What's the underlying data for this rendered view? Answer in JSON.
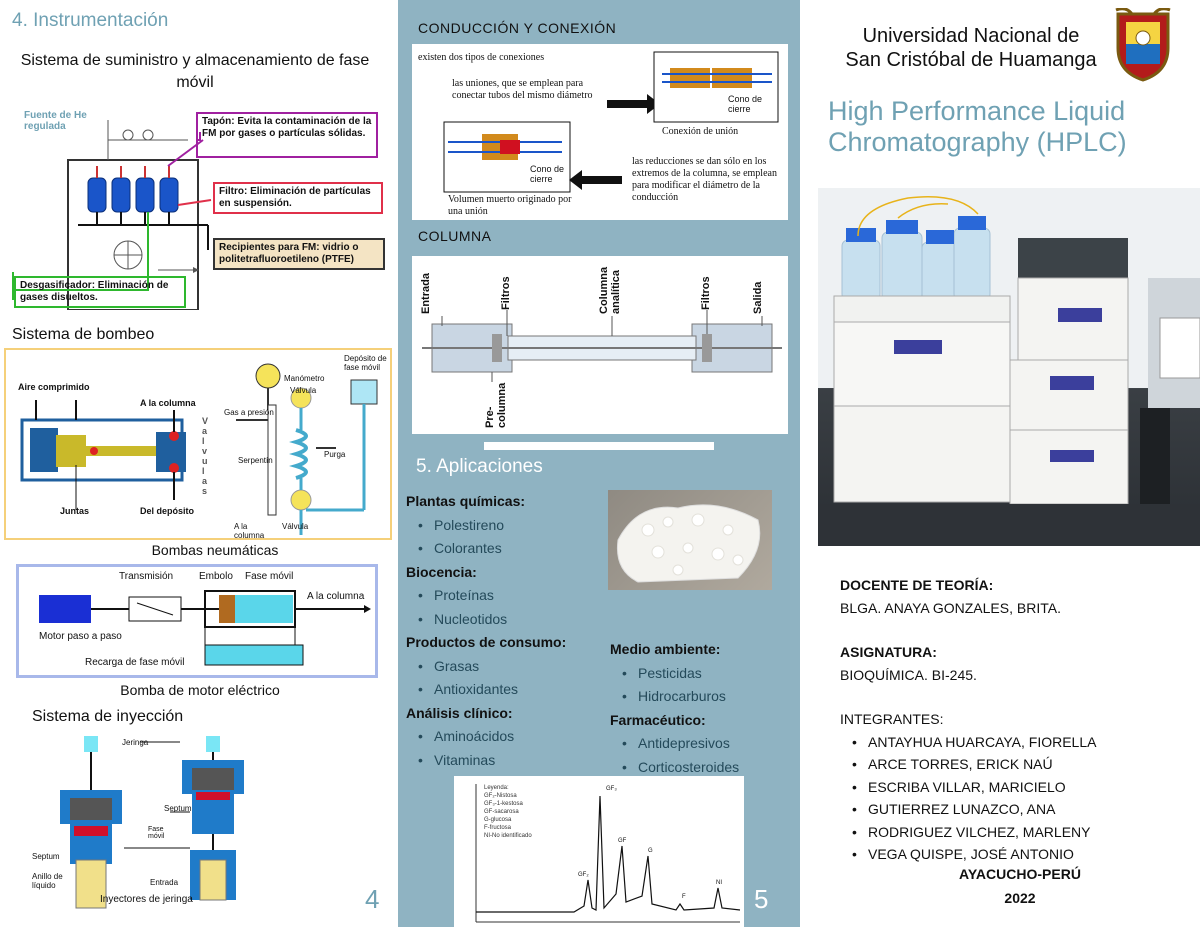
{
  "panel4": {
    "section_title": "4. Instrumentación",
    "supply_title": "Sistema de suministro y almacenamiento de fase móvil",
    "supply_fig": {
      "source_label": "Fuente de He regulada",
      "tapon": "Tapón: Evita la contaminación de la FM por gases o partículas sólidas.",
      "filtro": "Filtro: Eliminación de partículas en suspensión.",
      "recipientes": "Recipientes para FM: vidrio o politetrafluoroetileno (PTFE)",
      "desgasificador": "Desgasificador: Eliminación de gases disueltos."
    },
    "pump_title": "Sistema de bombeo",
    "pump_fig": {
      "aire": "Aire comprimido",
      "a_columna": "A la columna",
      "valvulas": "V\na\nl\nv\nu\nl\na\ns",
      "juntas": "Juntas",
      "del_deposito": "Del depósito",
      "manometro": "Manómetro",
      "valvula": "Válvula",
      "deposito": "Depósito de fase móvil",
      "gas_presion": "Gas a presión",
      "serpentin": "Serpentín",
      "purga": "Purga",
      "a_la_columna2": "A la columna",
      "valvula2": "Válvula"
    },
    "pneumatic_caption": "Bombas neumáticas",
    "motor_fig": {
      "transmision": "Transmisión",
      "embolo": "Embolo",
      "fase_movil": "Fase móvil",
      "a_columna": "A la columna",
      "motor": "Motor paso a paso",
      "recarga": "Recarga de fase móvil"
    },
    "motor_caption": "Bomba de motor eléctrico",
    "injection_title": "Sistema de inyección",
    "injection_fig": {
      "jeringa": "Jeringa",
      "septum": "Septum",
      "fase_movil": "Fase móvil",
      "septum2": "Septum",
      "entrada": "Entrada",
      "anillo": "Anillo de líquido",
      "caption": "Inyectores de jeringa"
    },
    "page_number": "4"
  },
  "panel5": {
    "conduccion_title": "CONDUCCIÓN Y CONEXIÓN",
    "conduccion_fig": {
      "intro": "existen dos tipos de conexiones",
      "uniones": "las uniones, que se emplean para conectar tubos del mismo diámetro",
      "cono_cierre": "Cono de cierre",
      "conexion_union": "Conexión de unión",
      "cono_cierre2": "Cono de cierre",
      "reducciones": "las reducciones se dan sólo en los extremos de la columna, se emplean para modificar el diámetro de la conducción",
      "volumen": "Volumen muerto originado por una unión"
    },
    "columna_title": "COLUMNA",
    "columna_fig": {
      "entrada": "Entrada",
      "filtros": "Filtros",
      "analitica": "Columna analítica",
      "filtros2": "Filtros",
      "salida": "Salida",
      "precolumna": "Pre-columna"
    },
    "apps_title": "5. Aplicaciones",
    "apps_left": [
      {
        "cat": "Plantas químicas:",
        "items": [
          "Polestireno",
          "Colorantes"
        ]
      },
      {
        "cat": "Biocencia:",
        "items": [
          "Proteínas",
          "Nucleotidos"
        ]
      },
      {
        "cat": "Productos de consumo:",
        "items": [
          "Grasas",
          "Antioxidantes"
        ]
      },
      {
        "cat": "Análisis clínico:",
        "items": [
          "Aminoácidos",
          "Vitaminas"
        ]
      }
    ],
    "apps_right": [
      {
        "cat": "Medio ambiente:",
        "items": [
          "Pesticidas",
          "Hidrocarburos"
        ]
      },
      {
        "cat": "Farmacéutico:",
        "items": [
          "Antidepresivos",
          "Corticosteroides"
        ]
      }
    ],
    "chromatogram": {
      "legend_title": "Leyenda:",
      "legend": [
        "GF₂-Nistosa",
        "GF₃-1-kestosa",
        "GF-sacarosa",
        "G-glucosa",
        "F-fructosa",
        "NI-No identificado"
      ],
      "peaks": [
        "GF₂",
        "GF₃",
        "GF",
        "G",
        "F",
        "NI"
      ]
    },
    "page_number": "5"
  },
  "panel_cover": {
    "university_line1": "Universidad Nacional de",
    "university_line2": "San Cristóbal de Huamanga",
    "title_line1": "High Performance Liquid",
    "title_line2": "Chromatography (HPLC)",
    "docente_label": "DOCENTE DE TEORÍA:",
    "docente": "BLGA. ANAYA GONZALES, BRITA.",
    "asignatura_label": "ASIGNATURA:",
    "asignatura": "BIOQUÍMICA. BI-245.",
    "integrantes_label": "INTEGRANTES:",
    "integrantes": [
      "ANTAYHUA HUARCAYA, FIORELLA",
      "ARCE TORRES, ERICK NAÚ",
      "ESCRIBA VILLAR, MARICIELO",
      "GUTIERREZ LUNAZCO, ANA",
      "RODRIGUEZ VILCHEZ, MARLENY",
      "VEGA QUISPE, JOSÉ ANTONIO"
    ],
    "place": "AYACUCHO-PERÚ",
    "year": "2022"
  },
  "colors": {
    "teal_text": "#6fa1b3",
    "middle_panel": "#8fb3c2",
    "bottle_blue": "#1a55c9"
  }
}
